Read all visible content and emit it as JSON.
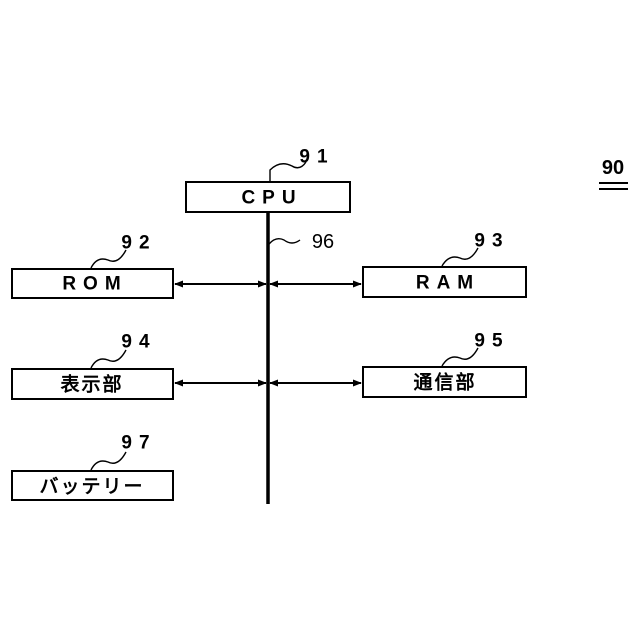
{
  "figure": {
    "ref": "90"
  },
  "bus": {
    "ref": "96"
  },
  "blocks": {
    "cpu": {
      "label": "CPU",
      "ref": "91"
    },
    "rom": {
      "label": "ROM",
      "ref": "92"
    },
    "ram": {
      "label": "RAM",
      "ref": "93"
    },
    "display": {
      "label": "表示部",
      "ref": "94"
    },
    "comm": {
      "label": "通信部",
      "ref": "95"
    },
    "battery": {
      "label": "バッテリー",
      "ref": "97"
    }
  }
}
